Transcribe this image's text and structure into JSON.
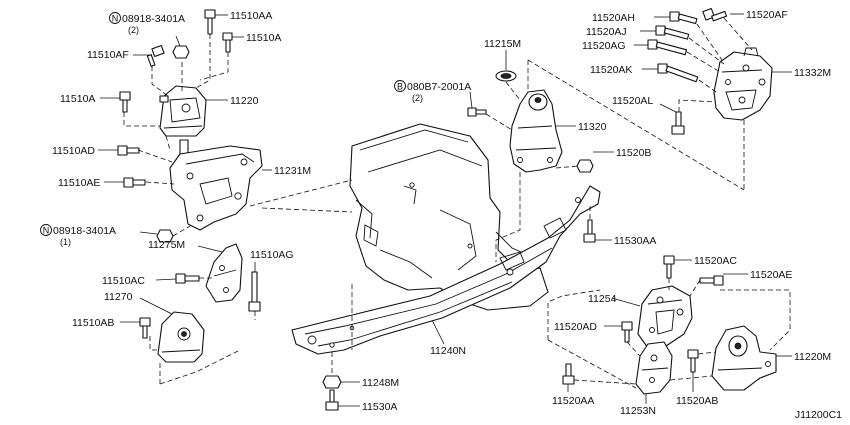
{
  "diagram_id": "J11200C1",
  "labels": {
    "n_08918_3401a_top": "08918-3401A",
    "n_08918_3401a_top_qty": "(2)",
    "n_11510aa": "11510AA",
    "n_11510af": "11510AF",
    "n_11510a_top": "11510A",
    "n_11510a_left": "11510A",
    "n_11220": "11220",
    "n_11510ad": "11510AD",
    "n_11510ae": "11510AE",
    "n_11231m": "11231M",
    "n_08918_3401a_bottom": "08918-3401A",
    "n_08918_3401a_bottom_qty": "(1)",
    "n_11275m": "11275M",
    "n_11510ag": "11510AG",
    "n_11510ac": "11510AC",
    "n_11270": "11270",
    "n_11510ab": "11510AB",
    "n_11215m": "11215M",
    "n_080b7_2001a": "080B7-2001A",
    "n_080b7_2001a_qty": "(2)",
    "n_11320": "11320",
    "n_11520b": "11520B",
    "n_11240n": "11240N",
    "n_11248m": "11248M",
    "n_11530a": "11530A",
    "n_11530aa": "11530AA",
    "n_11520ah": "11520AH",
    "n_11520af": "11520AF",
    "n_11520aj": "11520AJ",
    "n_11520ag": "11520AG",
    "n_11332m": "11332M",
    "n_11520ak": "11520AK",
    "n_11520al": "11520AL",
    "n_11520ac": "11520AC",
    "n_11520ae": "11520AE",
    "n_11254": "11254",
    "n_11520ad": "11520AD",
    "n_11220m": "11220M",
    "n_11520aa": "11520AA",
    "n_11253n": "11253N",
    "n_11520ab": "11520AB"
  },
  "symbols": {
    "nut_symbol": "N",
    "bolt_symbol": "B"
  }
}
